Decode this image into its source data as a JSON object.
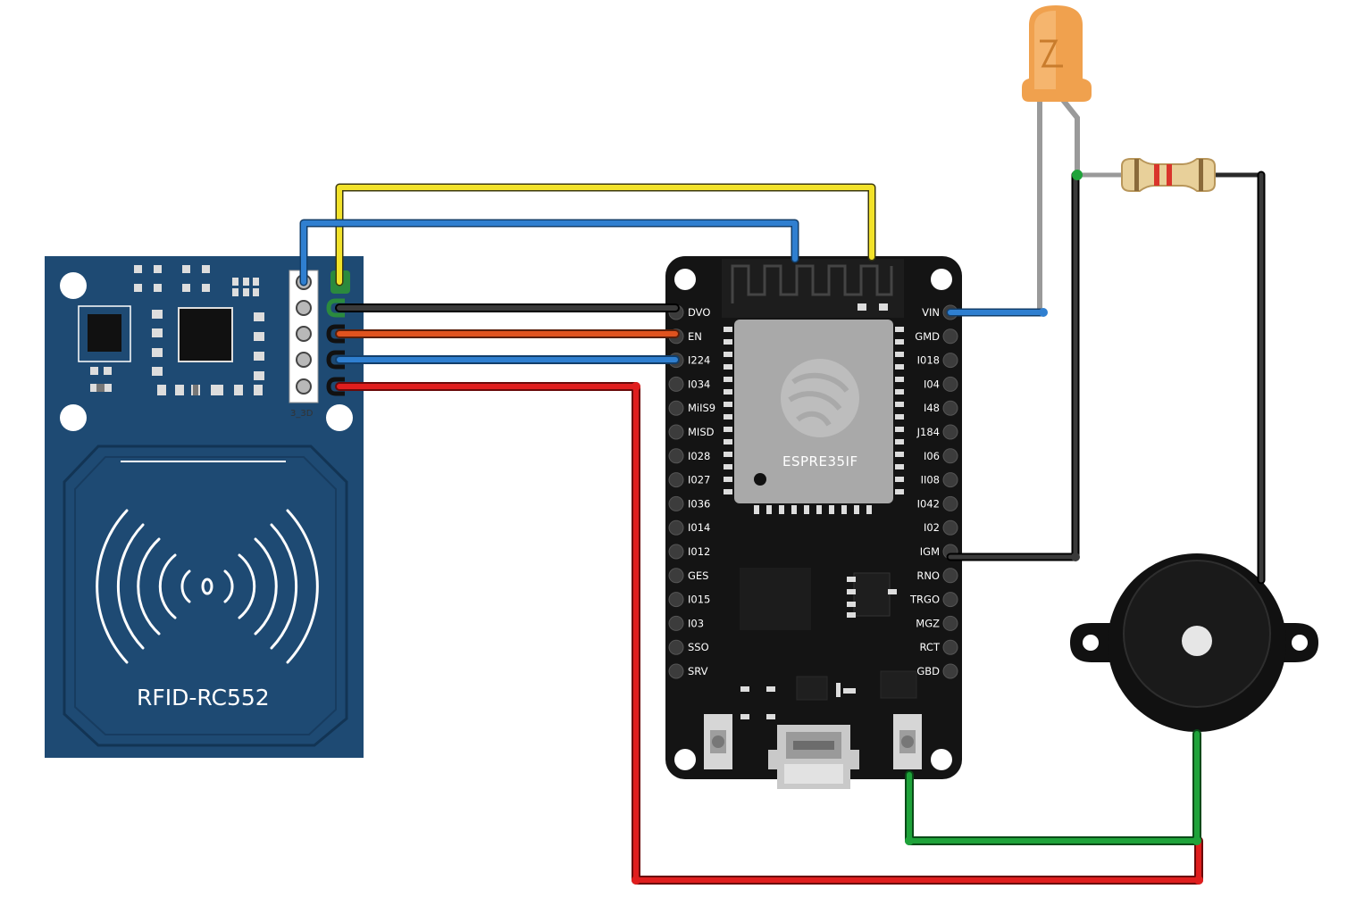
{
  "rfid_module": {
    "label": "RFID-RC552",
    "header_label": "3_3D",
    "color": "#1e4a73"
  },
  "esp32_board": {
    "chip_label": "ESPRE35IF",
    "left_pins": [
      "DVO",
      "EN",
      "I224",
      "I034",
      "MiIS9",
      "MISD",
      "I028",
      "I027",
      "I036",
      "I014",
      "I012",
      "GES",
      "I015",
      "I03",
      "SSO",
      "SRV"
    ],
    "right_pins": [
      "VIN",
      "GMD",
      "I018",
      "I04",
      "I48",
      "J184",
      "I06",
      "II08",
      "I042",
      "I02",
      "IGM",
      "RNO",
      "TRGO",
      "MGZ",
      "RCT",
      "GBD"
    ],
    "color": "#141414"
  },
  "led": {
    "color": "#f0a14e"
  },
  "resistor": {
    "body_color": "#e8d09a",
    "band_color": "#d9342b"
  },
  "buzzer": {
    "color": "#111111"
  },
  "wire_colors": {
    "yellow": "#f2e22a",
    "blue": "#2f7fd0",
    "black": "#2a2a2a",
    "orange": "#e0531f",
    "red": "#e01e1e",
    "green": "#1fa33a",
    "gray": "#9a9a9a"
  }
}
